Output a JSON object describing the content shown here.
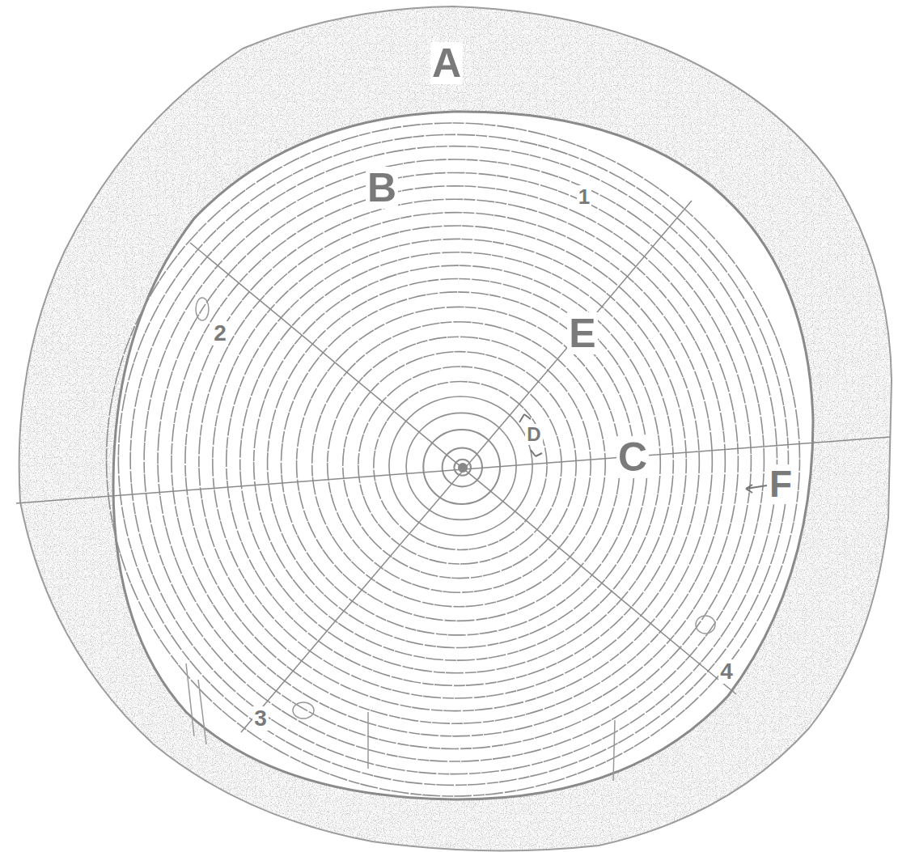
{
  "diagram": {
    "labels": [
      "A",
      "B",
      "1",
      "2",
      "E",
      "D",
      "C",
      "F",
      "3",
      "4"
    ]
  }
}
